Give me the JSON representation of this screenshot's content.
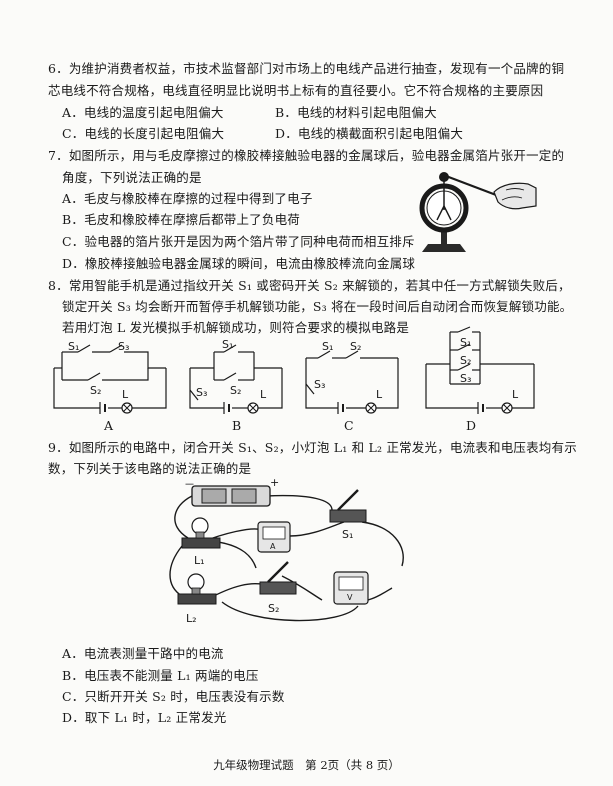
{
  "q6": {
    "line1": "6．为维护消费者权益，市技术监督部门对市场上的电线产品进行抽查，发现有一个品牌的铜",
    "line2": "芯电线不符合规格，电线直径明显比说明书上标有的直径要小。它不符合规格的主要原因",
    "options": [
      "A．电线的温度引起电阻偏大",
      "B．电线的材料引起电阻偏大",
      "C．电线的长度引起电阻偏大",
      "D．电线的横截面积引起电阻偏大"
    ]
  },
  "q7": {
    "line1": "7．如图所示，用与毛皮摩擦过的橡胶棒接触验电器的金属球后，验电器金属箔片张开一定的",
    "line2": "角度，下列说法正确的是",
    "options": [
      "A．毛皮与橡胶棒在摩擦的过程中得到了电子",
      "B．毛皮和橡胶棒在摩擦后都带上了负电荷",
      "C．验电器的箔片张开是因为两个箔片带了同种电荷而相互排斥",
      "D．橡胶棒接触验电器金属球的瞬间，电流由橡胶棒流向金属球"
    ]
  },
  "q8": {
    "line1": "8．常用智能手机是通过指纹开关 S₁ 或密码开关 S₂ 来解锁的，若其中任一方式解锁失败后，",
    "line2": "锁定开关 S₃ 均会断开而暂停手机解锁功能，S₃ 将在一段时间后自动闭合而恢复解锁功能。",
    "line3": "若用灯泡 L 发光模拟手机解锁成功，则符合要求的模拟电路是",
    "labels": {
      "s1": "S₁",
      "s2": "S₂",
      "s3": "S₃",
      "l": "L"
    },
    "captions": [
      "A",
      "B",
      "C",
      "D"
    ]
  },
  "q9": {
    "line1": "9．如图所示的电路中，闭合开关 S₁、S₂，小灯泡 L₁ 和 L₂ 正常发光，电流表和电压表均有示",
    "line2": "数，下列关于该电路的说法正确的是",
    "fig": {
      "minus": "－",
      "plus": "+",
      "l1": "L₁",
      "l2": "L₂",
      "s1": "S₁",
      "s2": "S₂",
      "ammeter": "A",
      "voltmeter": "V"
    },
    "options": [
      "A．电流表测量干路中的电流",
      "B．电压表不能测量 L₁ 两端的电压",
      "C．只断开开关 S₂ 时，电压表没有示数",
      "D．取下 L₁ 时，L₂ 正常发光"
    ]
  },
  "footer": "九年级物理试题　第 2页（共 8 页）"
}
